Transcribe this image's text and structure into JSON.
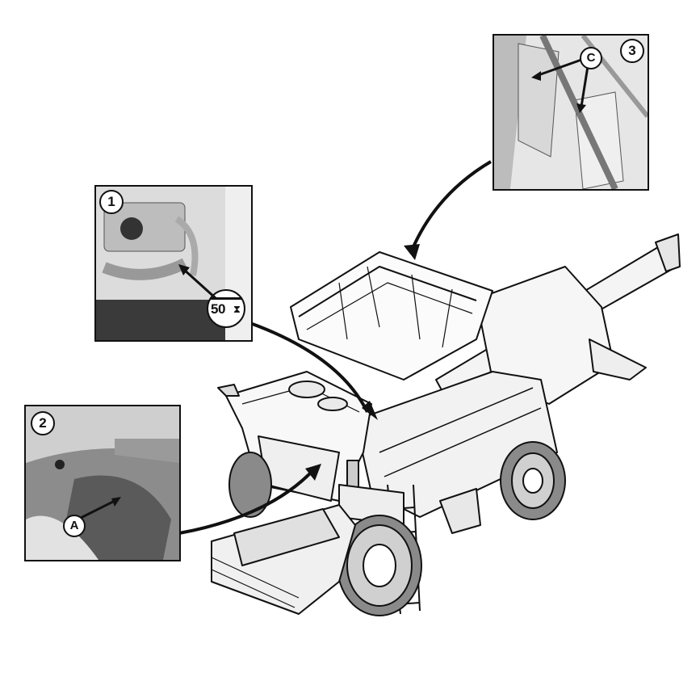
{
  "insets": [
    {
      "number": "1",
      "interval_value": "50",
      "interval_icon": "hourglass-icon"
    },
    {
      "number": "2",
      "callout": "A"
    },
    {
      "number": "3",
      "callout": "C"
    }
  ],
  "colors": {
    "line": "#111111",
    "inset_bg": "#d9d9d9",
    "paper": "#ffffff"
  }
}
